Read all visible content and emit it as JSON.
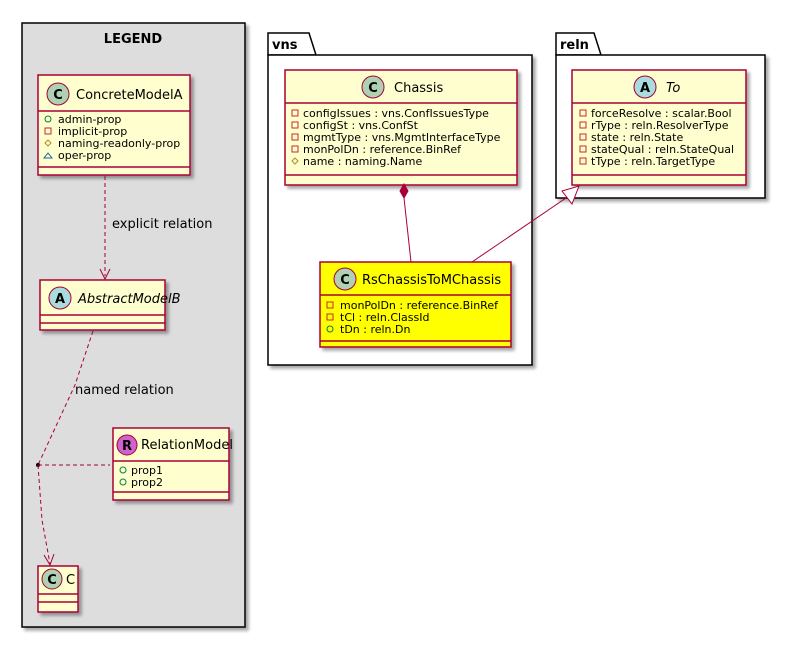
{
  "legend": {
    "title": "LEGEND",
    "concrete_model": {
      "stereotype_letter": "C",
      "name": "ConcreteModelA",
      "attributes": [
        {
          "visibility": "public",
          "text": "admin-prop"
        },
        {
          "visibility": "private",
          "text": "implicit-prop"
        },
        {
          "visibility": "protected",
          "text": "naming-readonly-prop"
        },
        {
          "visibility": "package",
          "text": "oper-prop"
        }
      ]
    },
    "explicit_relation_label": "explicit relation",
    "abstract_model": {
      "stereotype_letter": "A",
      "name": "AbstractModelB"
    },
    "named_relation_label": "named relation",
    "relation_model": {
      "stereotype_letter": "R",
      "name": "RelationModel",
      "attributes": [
        {
          "visibility": "public",
          "text": "prop1"
        },
        {
          "visibility": "public",
          "text": "prop2"
        }
      ]
    },
    "c_model": {
      "stereotype_letter": "C",
      "name": "C"
    }
  },
  "vns": {
    "package_name": "vns",
    "chassis": {
      "stereotype_letter": "C",
      "name": "Chassis",
      "attributes": [
        {
          "visibility": "private",
          "text": "configIssues : vns.ConfIssuesType"
        },
        {
          "visibility": "private",
          "text": "configSt : vns.ConfSt"
        },
        {
          "visibility": "private",
          "text": "mgmtType : vns.MgmtInterfaceType"
        },
        {
          "visibility": "private",
          "text": "monPolDn : reference.BinRef"
        },
        {
          "visibility": "protected",
          "text": "name : naming.Name"
        }
      ]
    },
    "rs_chassis": {
      "stereotype_letter": "C",
      "name": "RsChassisToMChassis",
      "attributes": [
        {
          "visibility": "private",
          "text": "monPolDn : reference.BinRef"
        },
        {
          "visibility": "private",
          "text": "tCl : reln.ClassId"
        },
        {
          "visibility": "public",
          "text": "tDn : reln.Dn"
        }
      ]
    }
  },
  "reln": {
    "package_name": "reln",
    "to": {
      "stereotype_letter": "A",
      "name": "To",
      "attributes": [
        {
          "visibility": "private",
          "text": "forceResolve : scalar.Bool"
        },
        {
          "visibility": "private",
          "text": "rType : reln.ResolverType"
        },
        {
          "visibility": "private",
          "text": "state : reln.State"
        },
        {
          "visibility": "private",
          "text": "stateQual : reln.StateQual"
        },
        {
          "visibility": "private",
          "text": "tType : reln.TargetType"
        }
      ]
    }
  },
  "colors": {
    "class_fill": "#FEFECE",
    "class_border": "#A80036",
    "highlight_fill": "#FFFF00",
    "legend_fill": "#DDDDDD",
    "circle_class": "#ADD1B2",
    "circle_abstract": "#A9DCDF",
    "circle_relation": "#D062CE"
  }
}
